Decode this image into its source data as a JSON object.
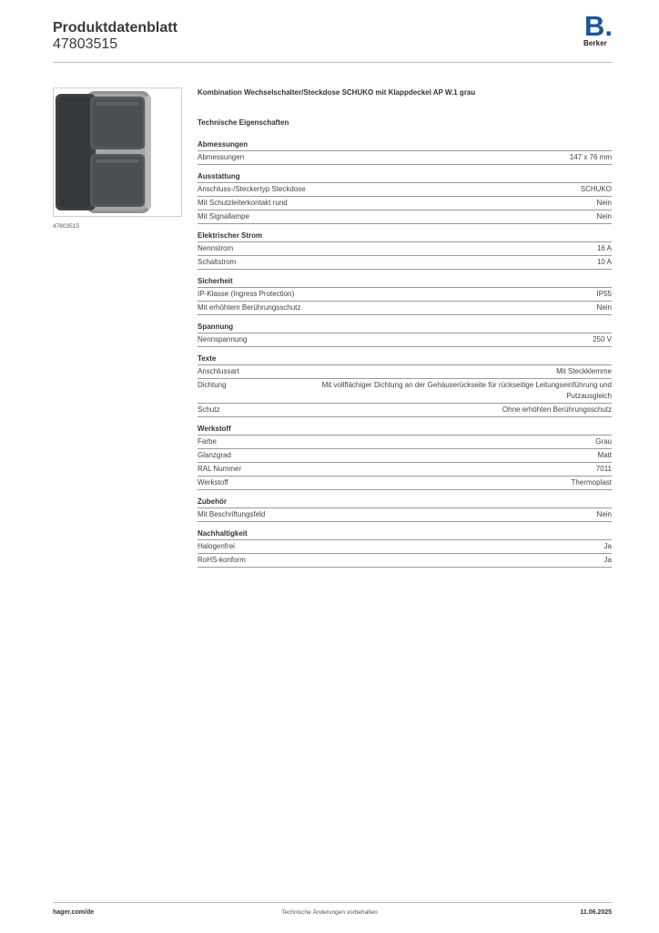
{
  "header": {
    "title": "Produktdatenblatt",
    "number": "47803515"
  },
  "logo": {
    "mark": "B.",
    "word": "Berker",
    "color": "#1a53a0"
  },
  "image": {
    "caption": "47803515",
    "icon": "product-photo-icon"
  },
  "product_title": "Kombination Wechselschalter/Steckdose SCHUKO mit Klappdeckel AP W.1 grau",
  "properties_title": "Technische Eigenschaften",
  "sections": [
    {
      "name": "Abmessungen",
      "rows": [
        {
          "label": "Abmessungen",
          "value": "147 x 76 mm"
        }
      ]
    },
    {
      "name": "Ausstattung",
      "rows": [
        {
          "label": "Anschluss-/Steckertyp Steckdose",
          "value": "SCHUKO"
        },
        {
          "label": "Mit Schutzleiterkontakt rund",
          "value": "Nein"
        },
        {
          "label": "Mit Signallampe",
          "value": "Nein"
        }
      ]
    },
    {
      "name": "Elektrischer Strom",
      "rows": [
        {
          "label": "Nennstrom",
          "value": "16 A"
        },
        {
          "label": "Schaltstrom",
          "value": "10 A"
        }
      ]
    },
    {
      "name": "Sicherheit",
      "rows": [
        {
          "label": "IP-Klasse (Ingress Protection)",
          "value": "IP55"
        },
        {
          "label": "Mit erhöhtem Berührungsschutz",
          "value": "Nein"
        }
      ]
    },
    {
      "name": "Spannung",
      "rows": [
        {
          "label": "Nennspannung",
          "value": "250 V"
        }
      ]
    },
    {
      "name": "Texte",
      "rows": [
        {
          "label": "Anschlussart",
          "value": "Mit Steckklemme"
        },
        {
          "label": "Dichtung",
          "value": "Mit vollflächiger Dichtung an der Gehäuserückseite für rückseitige Leitungseinführung und Putzausgleich"
        },
        {
          "label": "Schutz",
          "value": "Ohne erhöhten Berührungsschutz"
        }
      ]
    },
    {
      "name": "Werkstoff",
      "rows": [
        {
          "label": "Farbe",
          "value": "Grau"
        },
        {
          "label": "Glanzgrad",
          "value": "Matt"
        },
        {
          "label": "RAL Nummer",
          "value": "7011"
        },
        {
          "label": "Werkstoff",
          "value": "Thermoplast"
        }
      ]
    },
    {
      "name": "Zubehör",
      "rows": [
        {
          "label": "Mit Beschriftungsfeld",
          "value": "Nein"
        }
      ]
    },
    {
      "name": "Nachhaltigkeit",
      "rows": [
        {
          "label": "Halogenfrei",
          "value": "Ja"
        },
        {
          "label": "RoHS-konform",
          "value": "Ja"
        }
      ]
    }
  ],
  "footer": {
    "left": "hager.com/de",
    "center": "Technische Änderungen vorbehalten",
    "right": "11.06.2025"
  }
}
